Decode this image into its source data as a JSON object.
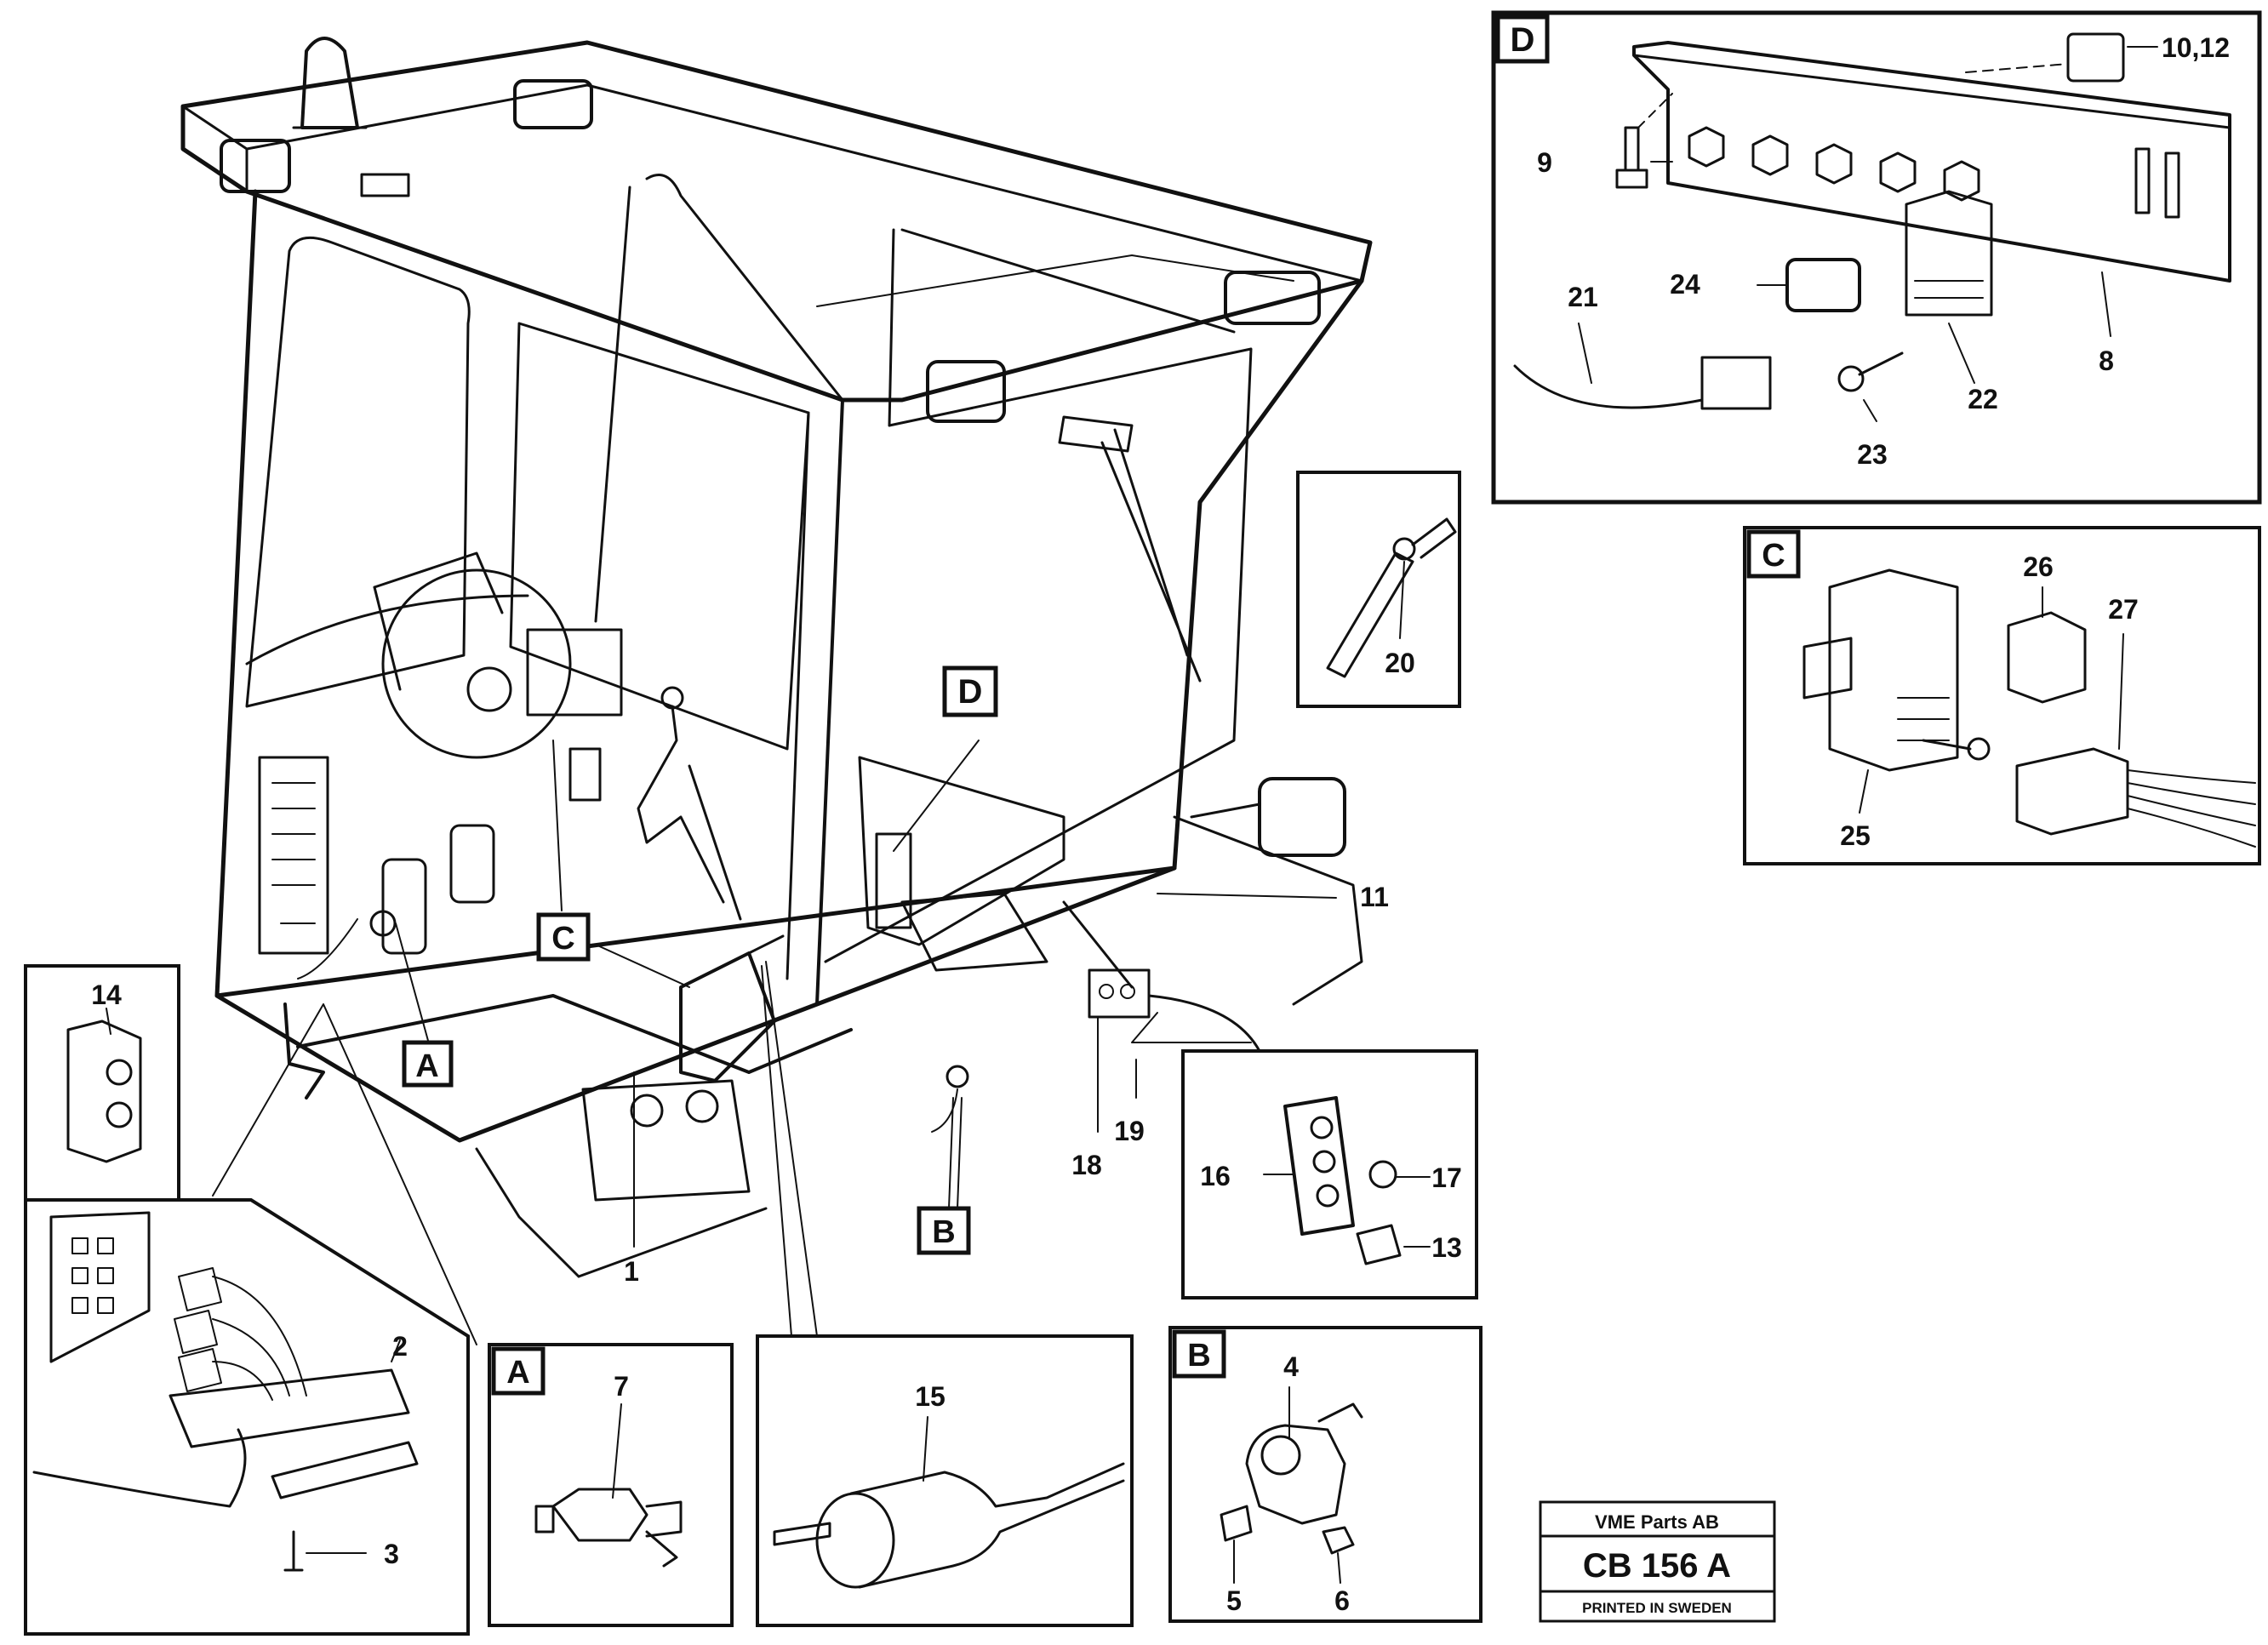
{
  "callouts": {
    "c1": "1",
    "c2": "2",
    "c3": "3",
    "c4": "4",
    "c5": "5",
    "c6": "6",
    "c7": "7",
    "c8": "8",
    "c9": "9",
    "c10_12": "10,12",
    "c11": "11",
    "c13": "13",
    "c14": "14",
    "c15": "15",
    "c16": "16",
    "c17": "17",
    "c18": "18",
    "c19": "19",
    "c20": "20",
    "c21": "21",
    "c22": "22",
    "c23": "23",
    "c24": "24",
    "c25": "25",
    "c26": "26",
    "c27": "27"
  },
  "detail_letters": {
    "a": "A",
    "b": "B",
    "c": "C",
    "d": "D"
  },
  "title_block": {
    "company": "VME Parts AB",
    "drawing_number": "CB 156 A",
    "printed": "PRINTED IN SWEDEN"
  }
}
